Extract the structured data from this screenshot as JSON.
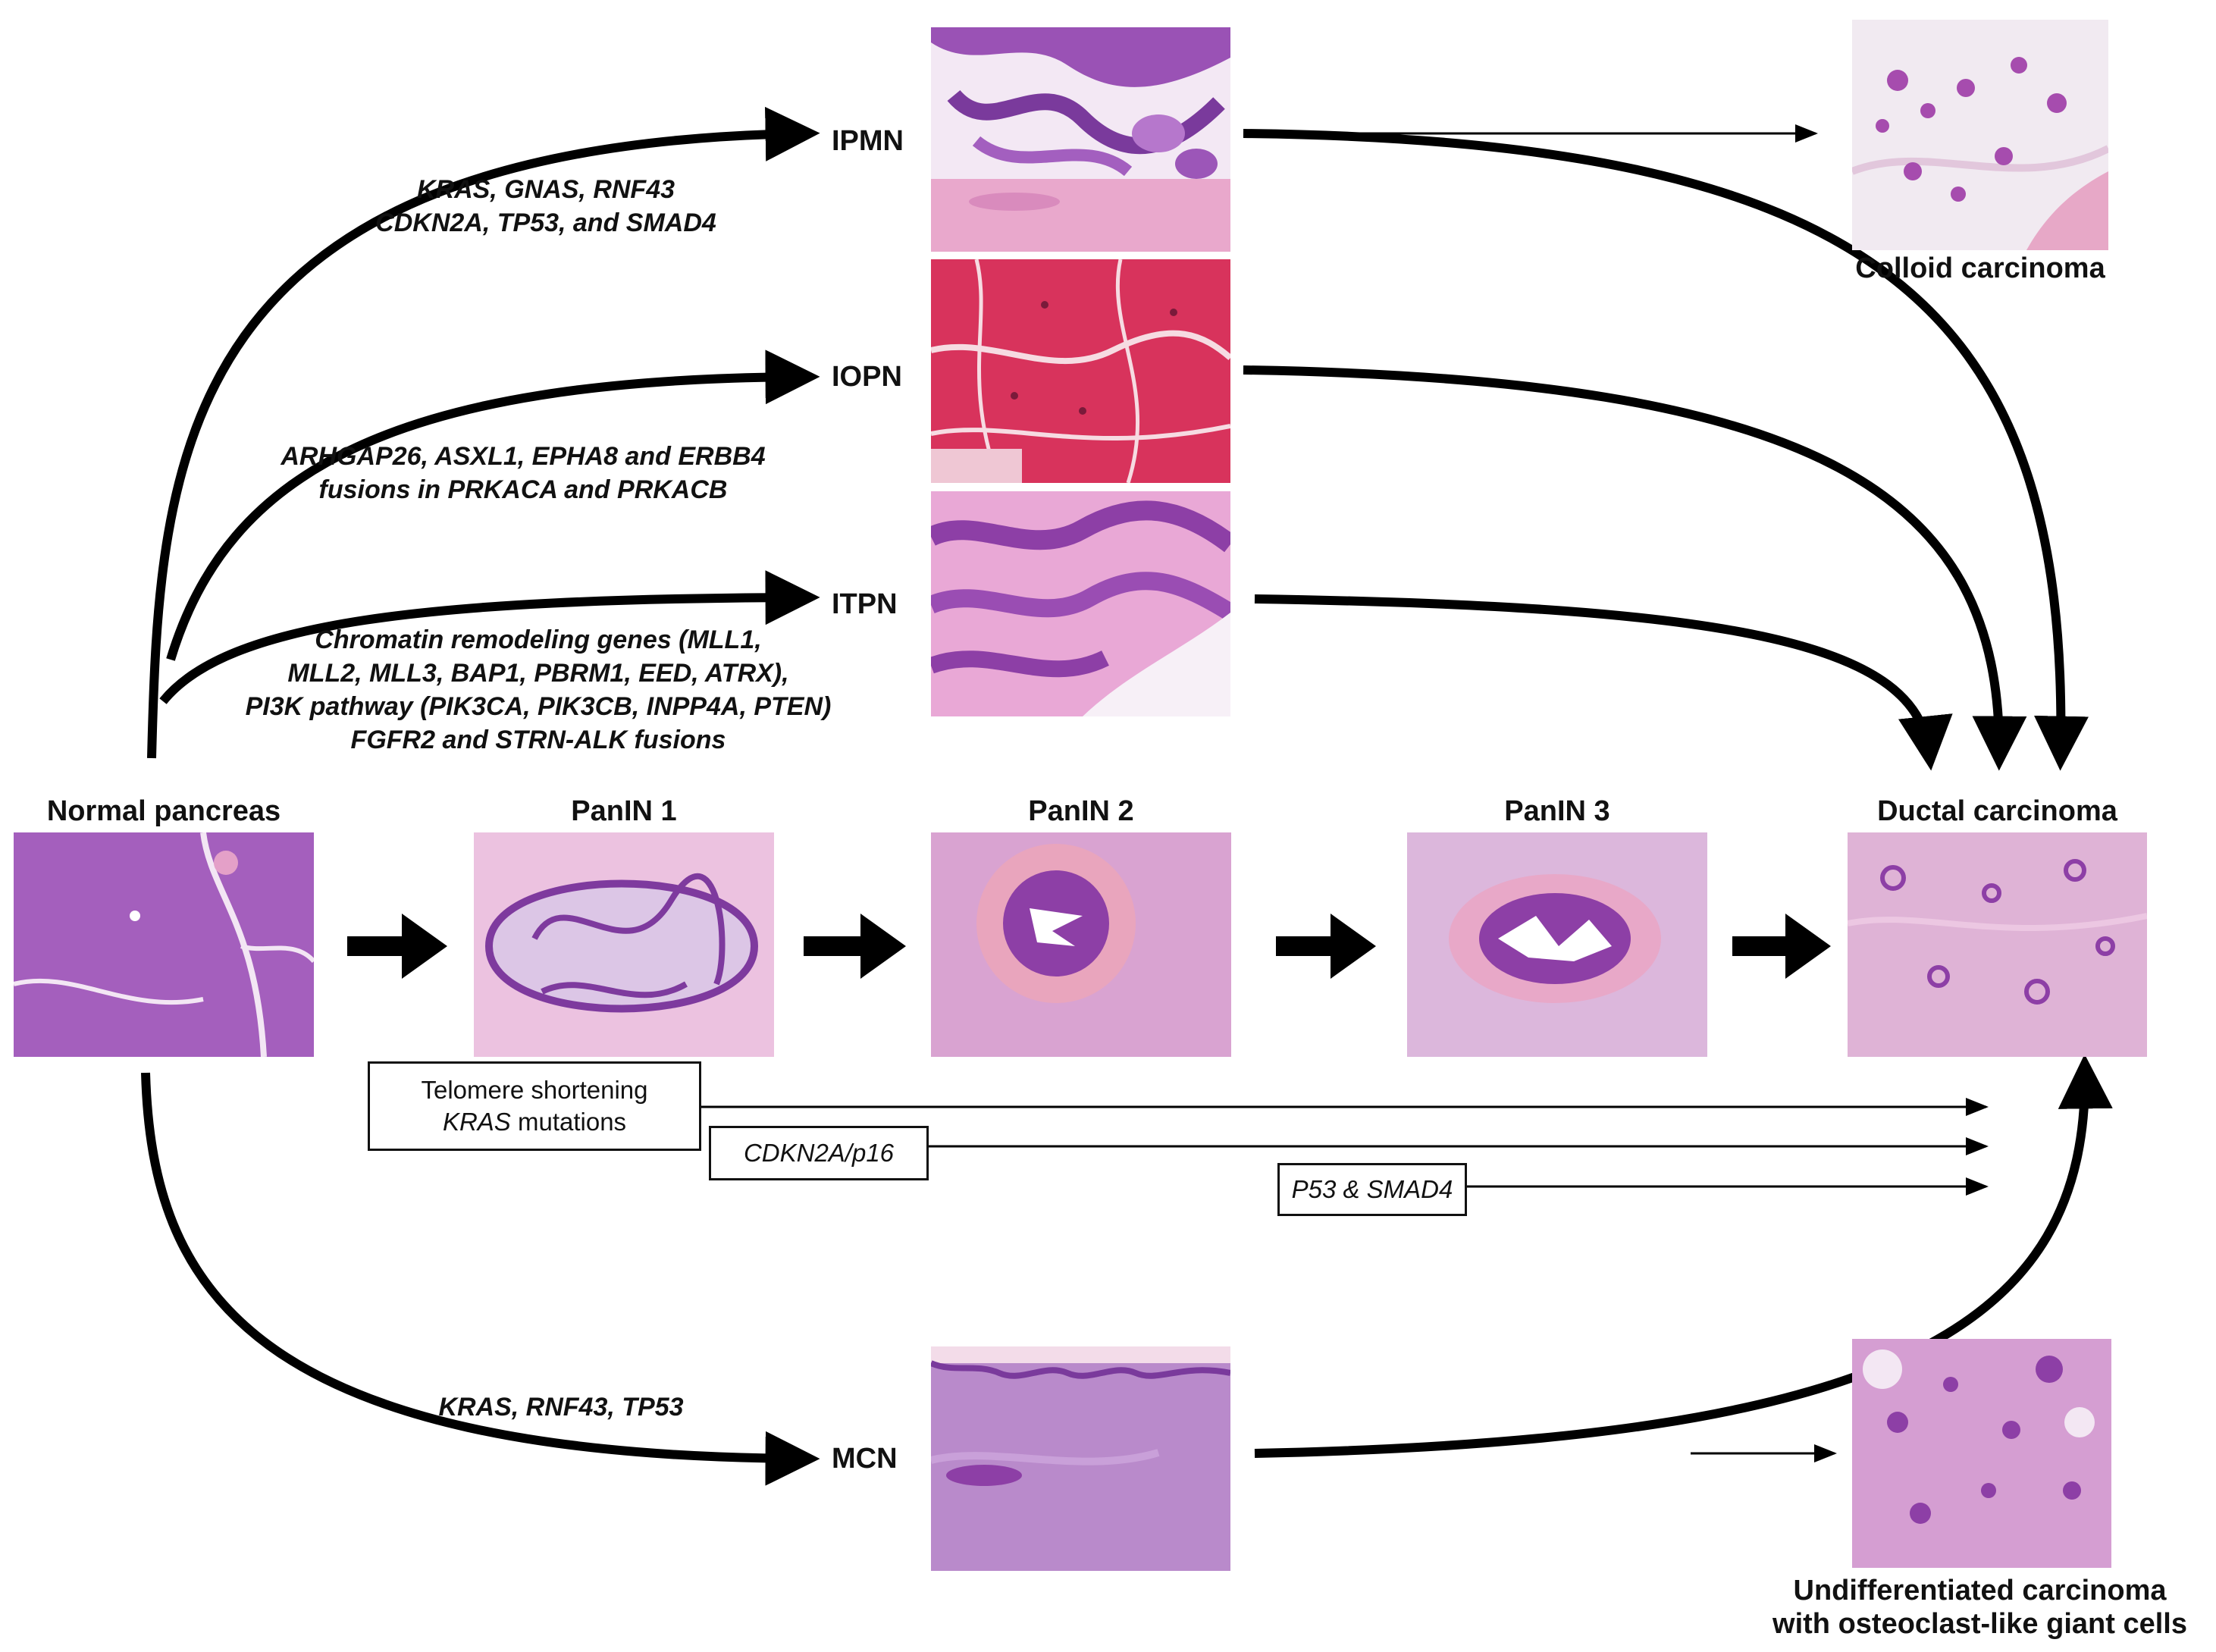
{
  "stages": {
    "normal": "Normal pancreas",
    "panin1": "PanIN 1",
    "panin2": "PanIN 2",
    "panin3": "PanIN 3",
    "ductal": "Ductal carcinoma"
  },
  "precursors": {
    "ipmn": "IPMN",
    "iopn": "IOPN",
    "itpn": "ITPN",
    "mcn": "MCN"
  },
  "outcomes": {
    "colloid": "Colloid carcinoma",
    "undiff_line1": "Undifferentiated carcinoma",
    "undiff_line2": "with osteoclast-like giant cells"
  },
  "annotations": {
    "ipmn": [
      "KRAS, GNAS, RNF43",
      "CDKN2A, TP53, and SMAD4"
    ],
    "iopn": [
      "ARHGAP26, ASXL1, EPHA8 and ERBB4",
      "fusions in PRKACA and PRKACB"
    ],
    "itpn": [
      "Chromatin remodeling genes (MLL1,",
      "MLL2, MLL3, BAP1, PBRM1, EED, ATRX),",
      "PI3K pathway (PIK3CA, PIK3CB, INPP4A, PTEN)",
      "FGFR2 and STRN-ALK fusions"
    ],
    "mcn": "KRAS, RNF43, TP53"
  },
  "boxes": {
    "telomere_line1": "Telomere shortening",
    "telomere_kras": "KRAS",
    "telomere_mut": " mutations",
    "cdkn2a": "CDKN2A/p16",
    "p53": "P53 & SMAD4"
  },
  "colors": {
    "he_pink": "#e8a4cf",
    "he_purple": "#8d3fa6",
    "he_dark": "#6a2a8a",
    "eosin_red": "#d8335c",
    "arrow": "#000000"
  }
}
